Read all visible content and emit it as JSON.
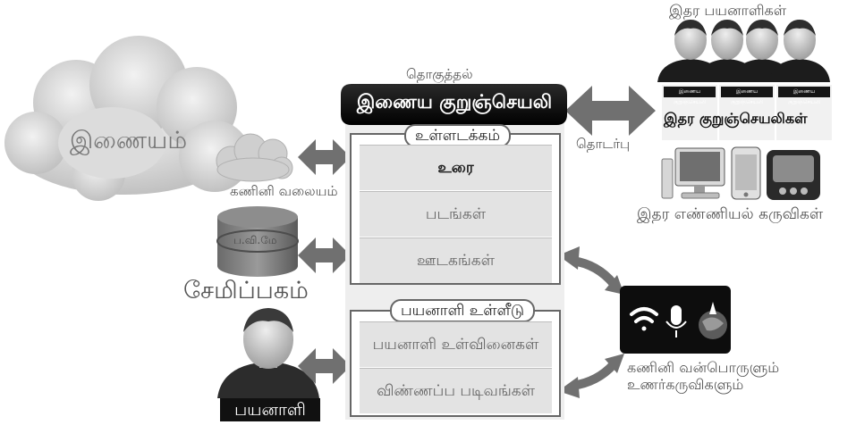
{
  "cloud": {
    "label": "இணையம்"
  },
  "network": {
    "label": "கணினி வலையம்"
  },
  "storage": {
    "label": "சேமிப்பகம்",
    "db_text": "ப.வி.மே"
  },
  "user": {
    "label": "பயனாளி"
  },
  "app": {
    "caption": "தொகுத்தல்",
    "title": "இணைய குறுஞ்செயலி",
    "content": {
      "label": "உள்ளடக்கம்",
      "items": [
        "உரை",
        "படங்கள்",
        "ஊடகங்கள்"
      ]
    },
    "input": {
      "label": "பயனாளி உள்ளீடு",
      "items": [
        "பயனாளி உள்வினைகள்",
        "விண்ணப்ப படிவங்கள்"
      ]
    }
  },
  "communication": {
    "label": "தொடர்பு"
  },
  "other_users": {
    "label": "இதர பயனாளிகள்",
    "banner_text": "இணைய குறுஞ்செயலி"
  },
  "other_apps": {
    "label": "இதர குறுஞ்செயலிகள்"
  },
  "other_devices": {
    "label": "இதர எண்ணியல் கருவிகள்"
  },
  "hardware": {
    "label_line1": "கணினி வன்பொருளும்",
    "label_line2": "உணர்கருவிகளும்"
  },
  "colors": {
    "arrow": "#707070",
    "panel": "#e3e3e3",
    "title_bg": "#111111",
    "hardware_bg": "#0d0d0d"
  }
}
